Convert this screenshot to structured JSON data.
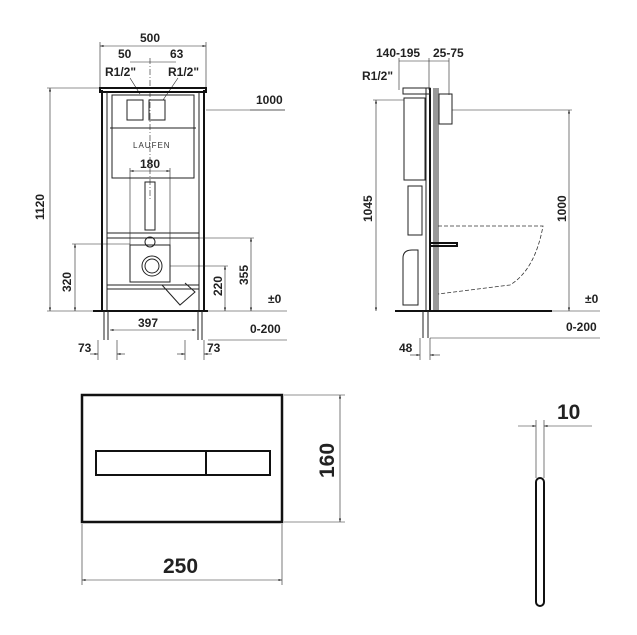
{
  "front_view": {
    "width": "500",
    "left_offset": "50",
    "right_offset": "63",
    "left_thread": "R1/2\"",
    "right_thread": "R1/2\"",
    "height_total": "1120",
    "flush_height": "1000",
    "logo": "LAUFEN",
    "bolt_spacing": "180",
    "waste_height": "320",
    "inlet_height": "355",
    "outlet_height": "220",
    "floor_level": "±0",
    "leg_spacing": "397",
    "leg_adjust": "0-200",
    "left_foot": "73",
    "right_foot": "73"
  },
  "side_view": {
    "depth_range": "140-195",
    "wall_range": "25-75",
    "thread": "R1/2\"",
    "height_left": "1045",
    "height_right": "1000",
    "floor_level": "±0",
    "leg_adjust": "0-200",
    "foot_depth": "48"
  },
  "plate_front": {
    "height": "160",
    "width": "250"
  },
  "plate_side": {
    "thickness": "10"
  }
}
